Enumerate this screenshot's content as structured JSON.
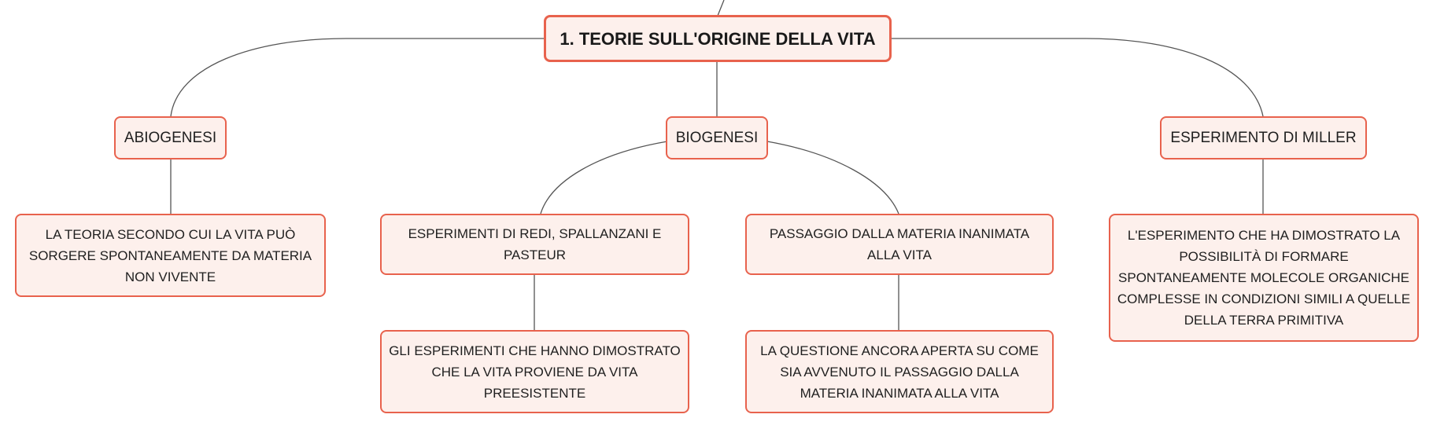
{
  "diagram": {
    "root": {
      "label": "1. TEORIE SULL'ORIGINE DELLA VITA"
    },
    "branches": {
      "abiogenesi": {
        "label": "ABIOGENESI",
        "description": "LA TEORIA SECONDO CUI LA VITA PUÒ SORGERE SPONTANEAMENTE DA MATERIA NON VIVENTE"
      },
      "biogenesi": {
        "label": "BIOGENESI",
        "experiments": {
          "label": "ESPERIMENTI DI REDI, SPALLANZANI E PASTEUR",
          "detail": "GLI ESPERIMENTI CHE HANNO DIMOSTRATO CHE LA VITA PROVIENE DA VITA PREESISTENTE"
        },
        "transition": {
          "label": "PASSAGGIO DALLA MATERIA INANIMATA ALLA VITA",
          "detail": "LA QUESTIONE ANCORA APERTA SU COME SIA AVVENUTO IL PASSAGGIO DALLA MATERIA INANIMATA ALLA VITA"
        }
      },
      "miller": {
        "label": "ESPERIMENTO DI MILLER",
        "description": "L'ESPERIMENTO CHE HA DIMOSTRATO LA POSSIBILITÀ DI FORMARE SPONTANEAMENTE MOLECOLE ORGANICHE COMPLESSE IN CONDIZIONI SIMILI A QUELLE DELLA TERRA PRIMITIVA"
      }
    },
    "colors": {
      "node_border": "#e8624d",
      "node_fill": "#fdf0ec",
      "connector": "#555555"
    }
  }
}
